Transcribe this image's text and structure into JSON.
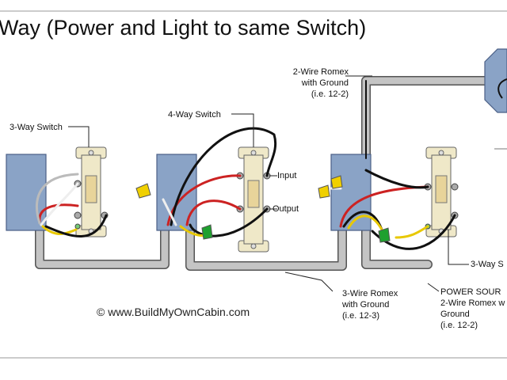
{
  "title": "Way (Power and Light to same Switch)",
  "labels": {
    "three_way_switch_left": "3-Way Switch",
    "four_way_switch": "4-Way Switch",
    "romex_2wire_top": [
      "2-Wire Romex",
      "with Ground",
      "(i.e. 12-2)"
    ],
    "input": "Input",
    "output": "Output",
    "three_way_switch_right": "3-Way S",
    "romex_3wire": [
      "3-Wire Romex",
      "with Ground",
      "(i.e. 12-3)"
    ],
    "power_source": [
      "POWER SOUR",
      "2-Wire Romex w",
      "Ground",
      "(i.e. 12-2)"
    ],
    "copyright": "© www.BuildMyOwnCabin.com"
  },
  "colors": {
    "box": "#8aa3c6",
    "switch_body": "#efe8c8",
    "toggle": "#e8d49a",
    "cable": "#c4c4c4",
    "hot_black": "#111111",
    "hot_red": "#cc2222",
    "white_wire": "#eeeeee",
    "ground": "#e8c800",
    "wire_nut_yellow": "#f0d000",
    "wire_nut_green": "#1fa02f"
  }
}
